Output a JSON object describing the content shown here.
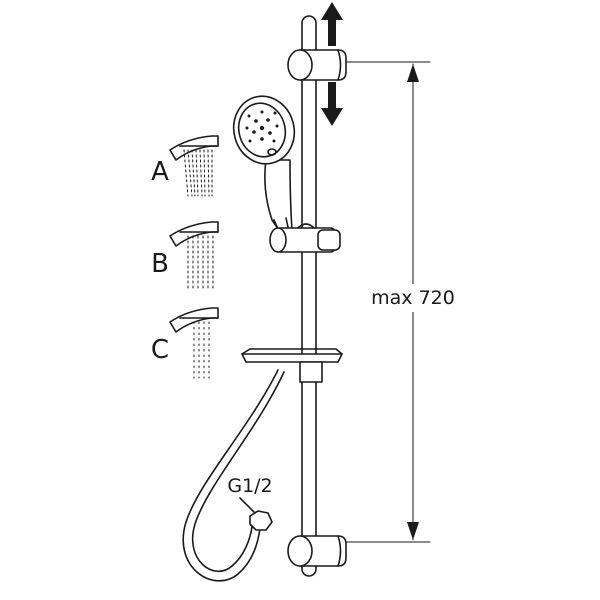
{
  "spray_modes": {
    "a": "A",
    "b": "B",
    "c": "C"
  },
  "dimension": {
    "label": "max 720"
  },
  "connector": {
    "label": "G1/2"
  },
  "colors": {
    "line": "#1a1a1a",
    "background": "#ffffff"
  }
}
